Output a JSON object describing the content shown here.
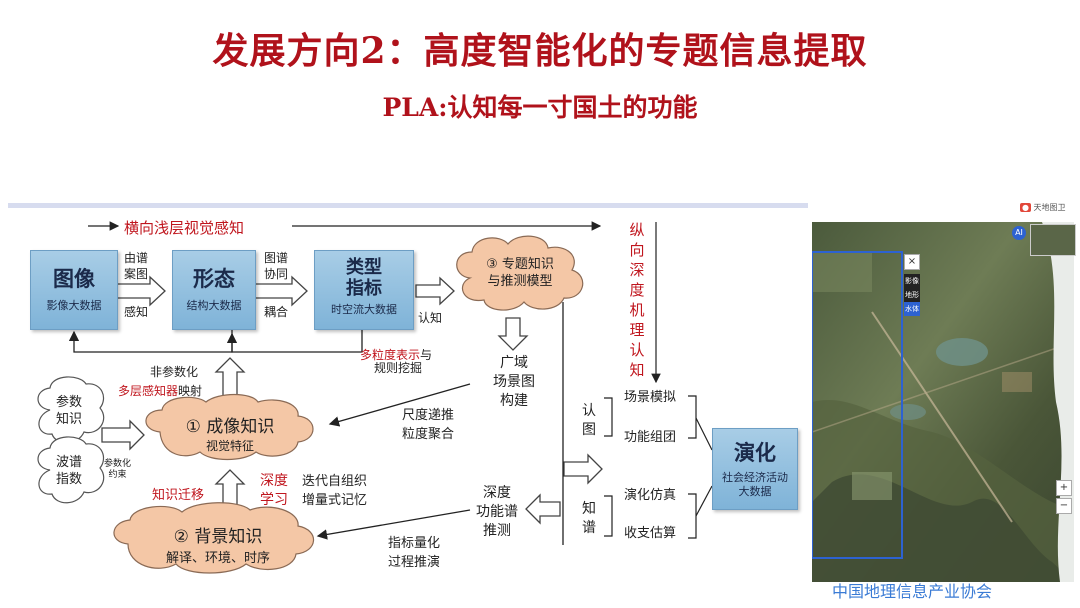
{
  "slide": {
    "title": "发展方向2：高度智能化的专题信息提取",
    "subtitle": "PLA:认知每一寸国土的功能"
  },
  "diagram": {
    "horizontal_axis": "横向浅层视觉感知",
    "vertical_axis": [
      "纵",
      "向",
      "深",
      "度",
      "机",
      "理",
      "认",
      "知"
    ],
    "boxes": {
      "image": {
        "title": "图像",
        "sub": "影像大数据"
      },
      "form": {
        "title": "形态",
        "sub": "结构大数据"
      },
      "type": {
        "title": "类型\n指标",
        "sub": "时空流大数据"
      },
      "evolution": {
        "title": "演化",
        "sub": "社会经济活动\n大数据"
      }
    },
    "clouds": {
      "thematic": "③ 专题知识\n与推测模型",
      "imaging": {
        "title": "① 成像知识",
        "sub": "视觉特征"
      },
      "background": {
        "title": "② 背景知识",
        "sub": "解译、环境、时序"
      },
      "param": "参数\n知识",
      "spectrum": "波谱\n指数"
    },
    "labels": {
      "spectral_case_1": "由谱\n案图",
      "perception": "感知",
      "map_spectrum": "图谱\n协同",
      "coupling": "耦合",
      "cognition": "认知",
      "multi_granularity": "多粒度表示",
      "and": "与",
      "rule_mining": "规则挖掘",
      "nonparam": "非参数化",
      "multi_sensor": "多层感知器",
      "mapping": "映射",
      "param_constraint": "参数化\n约束",
      "knowledge_transfer": "知识迁移",
      "deep_learning": "深度\n学习",
      "iterative": "迭代自组织\n增量式记忆",
      "scale": "尺度递推\n粒度聚合",
      "wide_scene": "广域\n场景图\n构建",
      "deep_function": "深度\n功能谱\n推测",
      "indicator": "指标量化\n过程推演",
      "recognize": "认\n图",
      "know_spectrum": "知\n谱",
      "scene_sim": "场景模拟",
      "func_group": "功能组团",
      "evo_sim": "演化仿真",
      "branch_est": "收支估算"
    }
  },
  "map_panel": {
    "logo_text": "天地图卫",
    "buttons": [
      "AI",
      "×",
      "影像",
      "地形",
      "水体"
    ],
    "zoom_in": "+",
    "zoom_out": "−",
    "colors": {
      "satellite_dark": "#3d4a32",
      "satellite_light": "#7d8b62",
      "water": "#6f8f86",
      "frame": "#2d62d1"
    }
  },
  "watermark": "中国地理信息产业协会"
}
